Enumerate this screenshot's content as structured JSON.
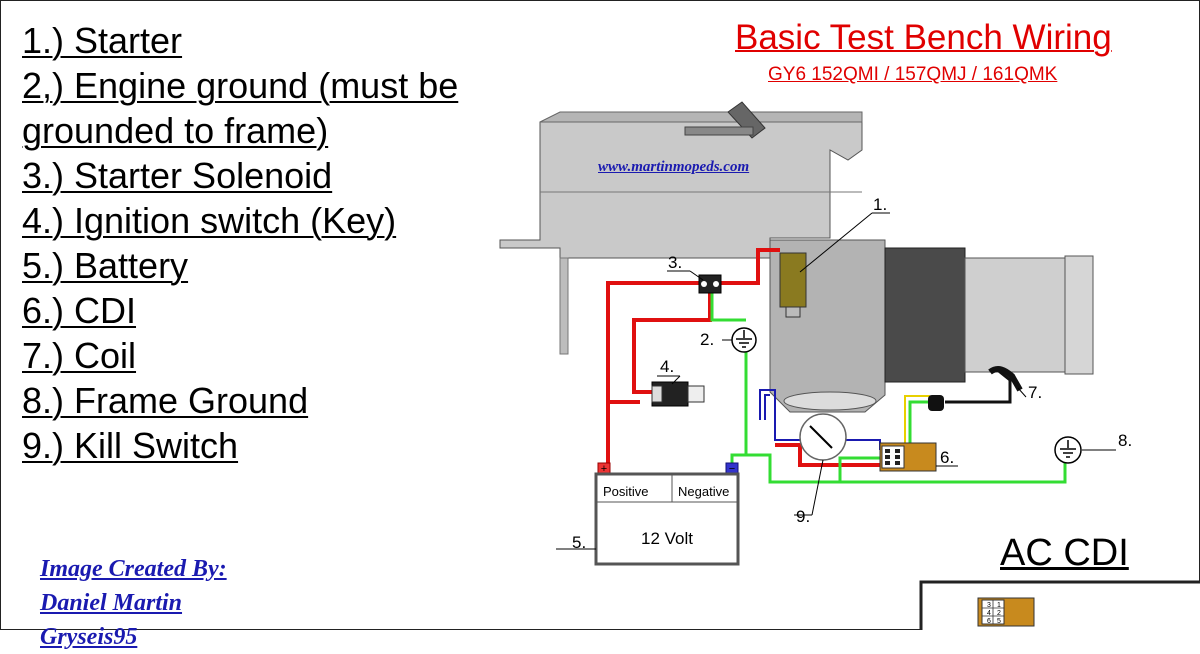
{
  "legend": {
    "items": [
      "1.) Starter",
      "2,)  Engine ground (must be",
      "grounded to frame)",
      "3.) Starter Solenoid",
      "4.) Ignition switch (Key)",
      "5.) Battery",
      "6.) CDI",
      "7.) Coil",
      "8.) Frame Ground",
      "9.) Kill Switch"
    ]
  },
  "header": {
    "title": "Basic Test Bench Wiring",
    "subtitle": "GY6  152QMI / 157QMJ / 161QMK"
  },
  "watermark": "www.martinmopeds.com",
  "callouts": [
    "1.",
    "2.",
    "3.",
    "4.",
    "5.",
    "6.",
    "7.",
    "8.",
    "9."
  ],
  "battery": {
    "positive_label": "Positive",
    "negative_label": "Negative",
    "voltage": "12 Volt",
    "plus_sign": "+",
    "minus_sign": "−"
  },
  "credit": {
    "line1": "Image Created By:",
    "line2": "Daniel Martin",
    "line3": "Gryseis95"
  },
  "cdi_section": {
    "title": "AC CDI",
    "pins": [
      "3",
      "1",
      "4",
      "2",
      "6",
      "5"
    ]
  },
  "colors": {
    "title": "#e00000",
    "credit": "#1a1ab0",
    "wire_red": "#e01010",
    "wire_green": "#33dd33",
    "wire_black": "#111111",
    "wire_blue": "#1a1ab0",
    "wire_yellow": "#e8d000",
    "engine_gray": "#c8c8c8",
    "starter_olive": "#8a7a20",
    "cdi_orange": "#c88a1e"
  }
}
